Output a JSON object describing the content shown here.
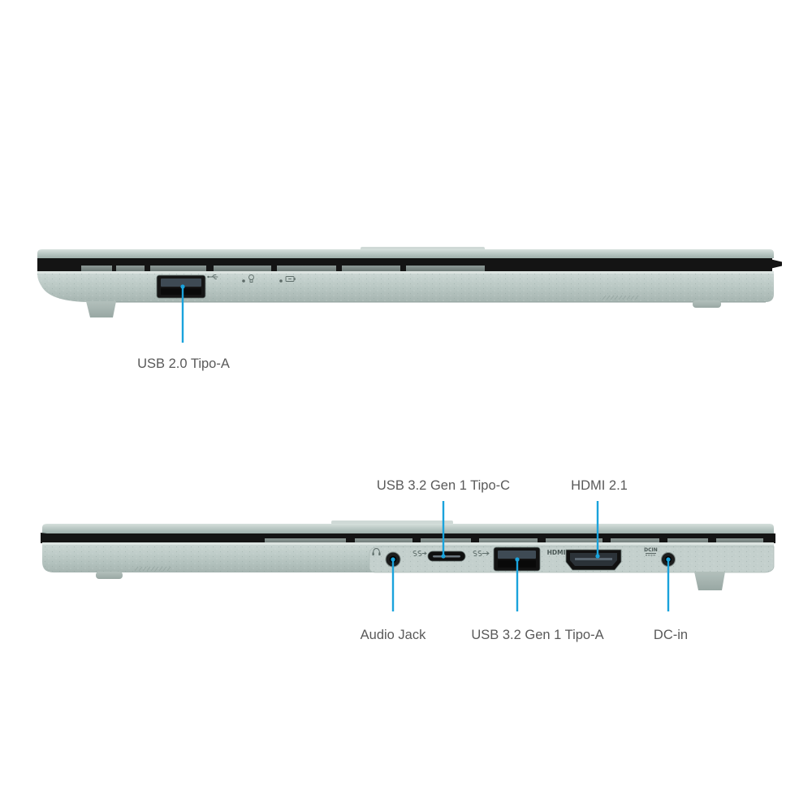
{
  "left_side_view": {
    "callouts": {
      "usb_2_0_type_a": "USB 2.0 Tipo-A"
    }
  },
  "right_side_view": {
    "callouts": {
      "usb_c": "USB 3.2 Gen 1 Tipo-C",
      "hdmi": "HDMI 2.1",
      "audio_jack": "Audio Jack",
      "usb_a": "USB 3.2 Gen 1 Tipo-A",
      "dc_in": "DC-in"
    },
    "port_markings": {
      "hdmi": "HDMI",
      "dc_in": "DCIN"
    }
  },
  "icons": {
    "usb": "usb-icon",
    "power_led": "power-led-icon",
    "battery_led": "battery-led-icon",
    "headphone": "headphone-icon",
    "usb_superspeed": "usb-superspeed-icon"
  },
  "colors": {
    "callout": "#1aa3dc",
    "label_text": "#595959",
    "chassis": "#bccac6"
  }
}
